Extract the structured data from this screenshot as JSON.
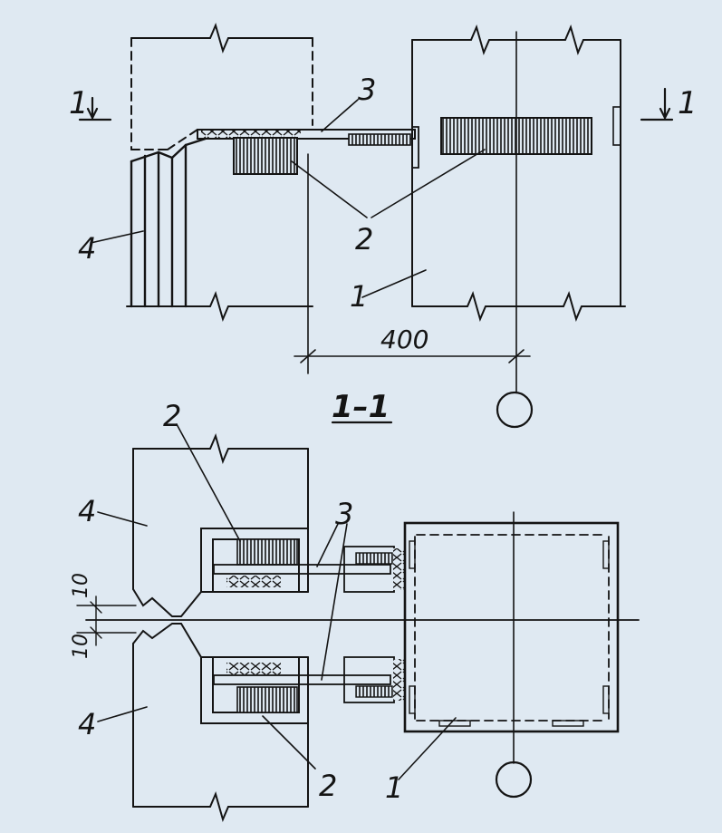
{
  "labels": {
    "section_mark": "1",
    "part_1": "1",
    "part_2": "2",
    "part_3": "3",
    "part_4": "4",
    "dimension_400": "400",
    "section_title": "1–1",
    "dim_10": "10"
  },
  "colors": {
    "background": "#dfe9f2",
    "ink": "#141414"
  }
}
